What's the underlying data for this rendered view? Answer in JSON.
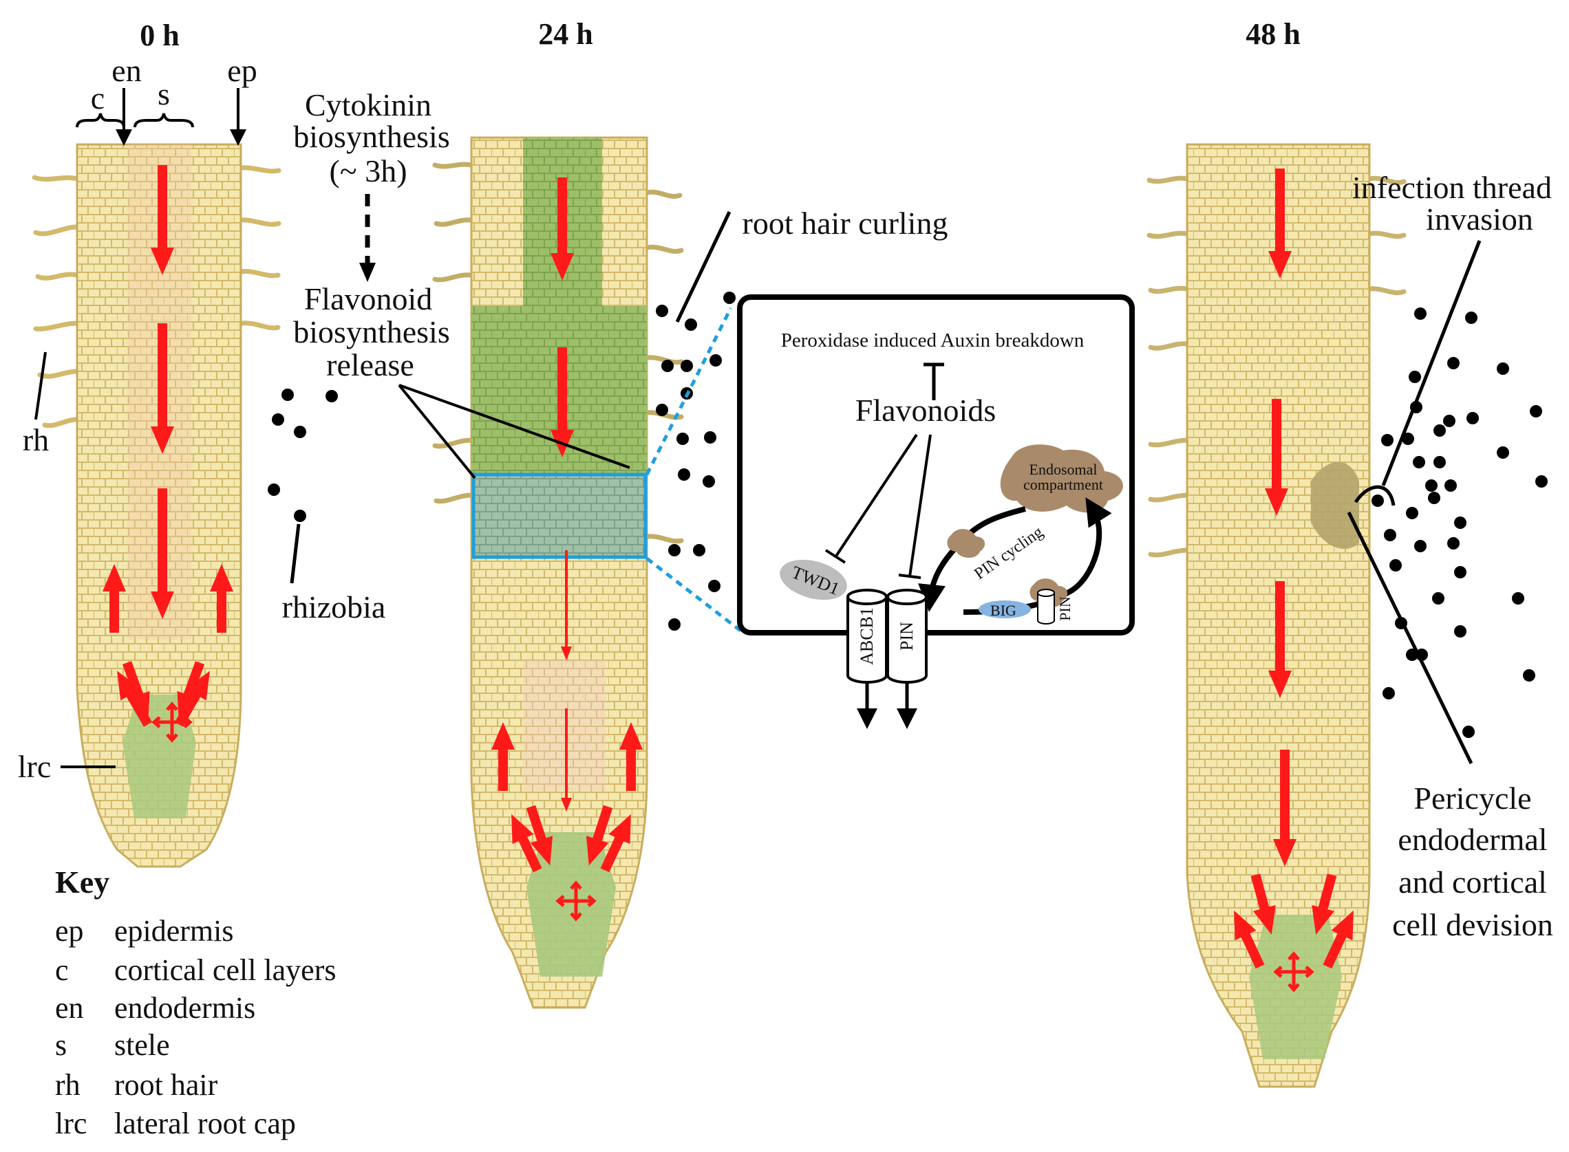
{
  "timepoints": {
    "t0": "0 h",
    "t24": "24 h",
    "t48": "48 h"
  },
  "tissue_labels": {
    "endodermis": "en",
    "epidermis": "ep",
    "cortex": "c",
    "stele": "s",
    "root_hair": "rh",
    "lateral_root_cap": "lrc"
  },
  "annotations": {
    "cytokinin_line1": "Cytokinin",
    "cytokinin_line2": "biosynthesis",
    "cytokinin_line3": "(~ 3h)",
    "flavonoid_line1": "Flavonoid",
    "flavonoid_line2": "biosynthesis",
    "flavonoid_line3": "release",
    "rhizobia": "rhizobia",
    "root_hair_curling": "root hair curling",
    "infection_line1": "infection thread",
    "infection_line2": "invasion",
    "division_line1": "Pericycle",
    "division_line2": "endodermal",
    "division_line3": "and cortical",
    "division_line4": "cell devision"
  },
  "inset": {
    "title": "Peroxidase induced Auxin breakdown",
    "flavonoids": "Flavonoids",
    "endosomal_line1": "Endosomal",
    "endosomal_line2": "compartment",
    "pin_cycling": "PIN cycling",
    "twd1": "TWD1",
    "abcb1": "ABCB1",
    "pin_transporter": "PIN",
    "big": "BIG",
    "pin_small": "PIN"
  },
  "key": {
    "title": "Key",
    "entries": [
      {
        "abbr": "ep",
        "desc": "epidermis"
      },
      {
        "abbr": "c",
        "desc": "cortical cell layers"
      },
      {
        "abbr": "en",
        "desc": "endodermis"
      },
      {
        "abbr": "s",
        "desc": "stele"
      },
      {
        "abbr": "rh",
        "desc": "root hair"
      },
      {
        "abbr": "lrc",
        "desc": "lateral root cap"
      }
    ]
  },
  "colors": {
    "root_cells": "#f4e8b0",
    "cell_walls": "#d3b96a",
    "meristem_green": "#a9c97e",
    "flavonoid_green": "#9dbf6a",
    "auxin_arrows": "#ff1a1a",
    "inset_highlight": "#1e9fdc",
    "endosome": "#a98a6a",
    "twd1": "#bdbdbd",
    "big": "#86b4e0",
    "rhizobia": "#000000"
  },
  "icons": {
    "auxin_flow": "red-arrow-icon",
    "quiescent_center": "four-way-arrow-icon",
    "bacteria": "black-dot-icon",
    "inhibition": "t-bar-icon"
  }
}
